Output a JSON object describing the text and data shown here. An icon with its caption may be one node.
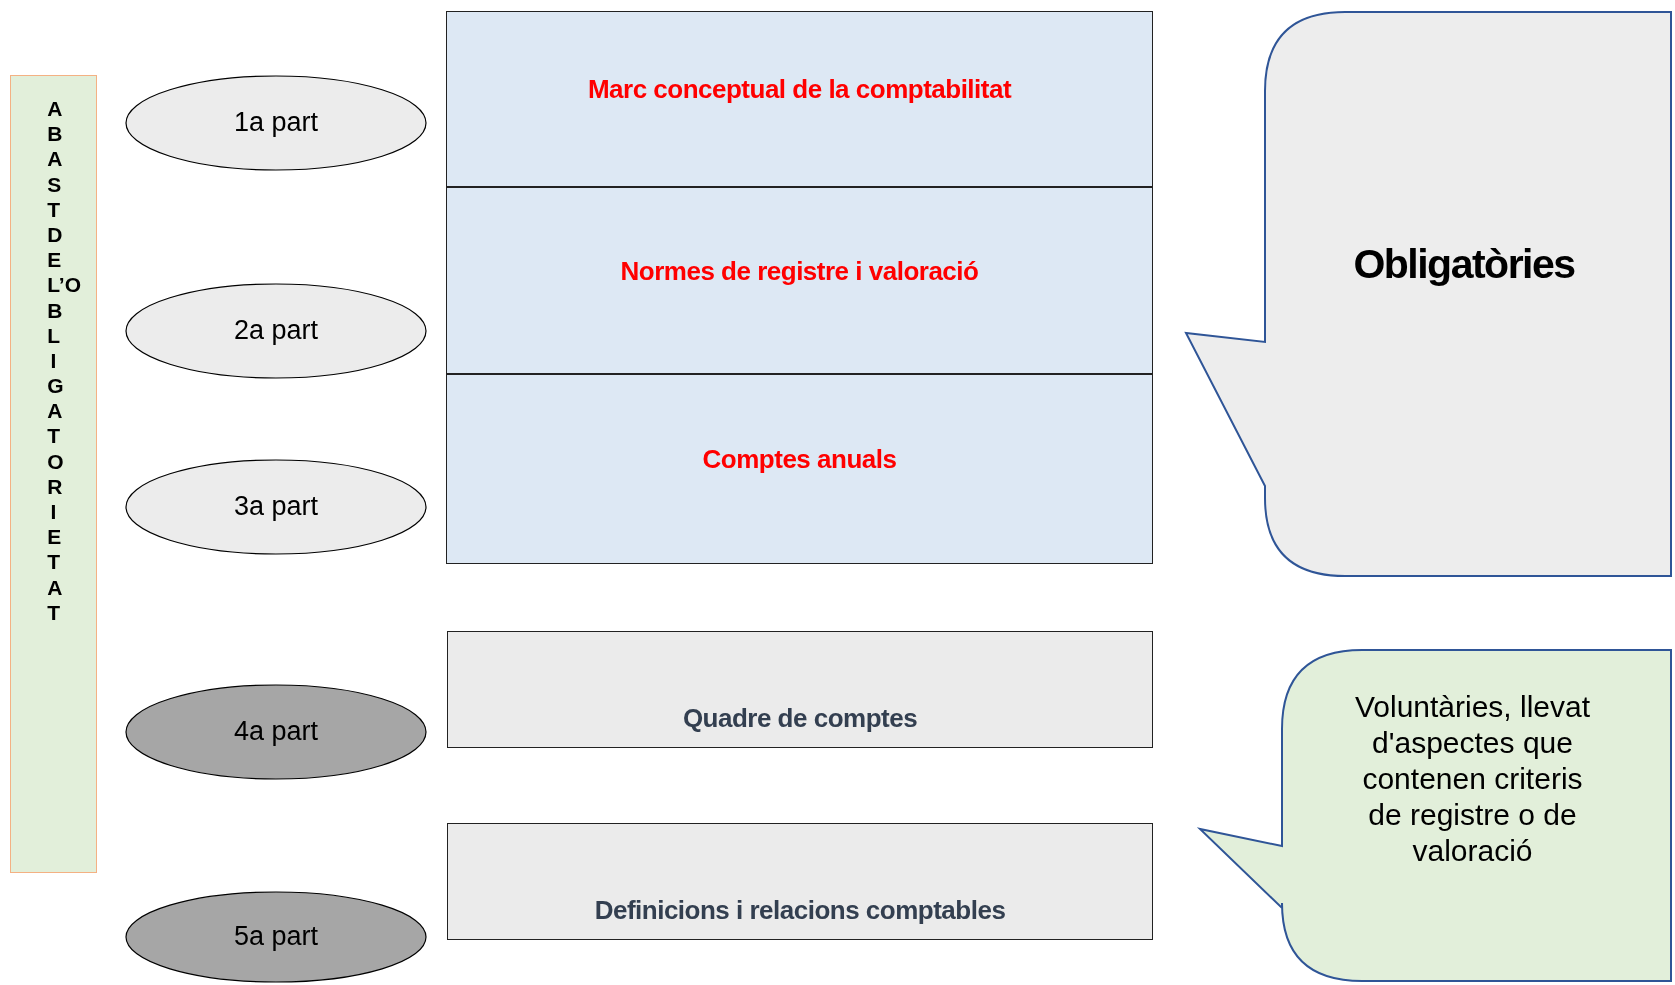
{
  "diagram": {
    "nodes": [
      {
        "text": [
          "ABAST DE L’OBLIGATORIETAT"
        ]
      },
      {
        "text": [
          "1a part"
        ]
      },
      {
        "text": [
          "2a part"
        ]
      },
      {
        "text": [
          "3a part"
        ]
      },
      {
        "text": [
          "4a part"
        ]
      },
      {
        "text": [
          "5a part"
        ]
      },
      {
        "text": [
          "Marc conceptual de la comptabilitat"
        ]
      },
      {
        "text": [
          "Normes de registre i valoració"
        ]
      },
      {
        "text": [
          "Comptes anuals"
        ]
      },
      {
        "text": [
          "Quadre de comptes"
        ]
      },
      {
        "text": [
          "Definicions i relacions comptables"
        ]
      },
      {
        "text": [
          "Obligatòries"
        ]
      },
      {
        "text": [
          "Voluntàries, llevat d'aspectes que contenen criteris de registre o de valoració"
        ]
      }
    ]
  }
}
